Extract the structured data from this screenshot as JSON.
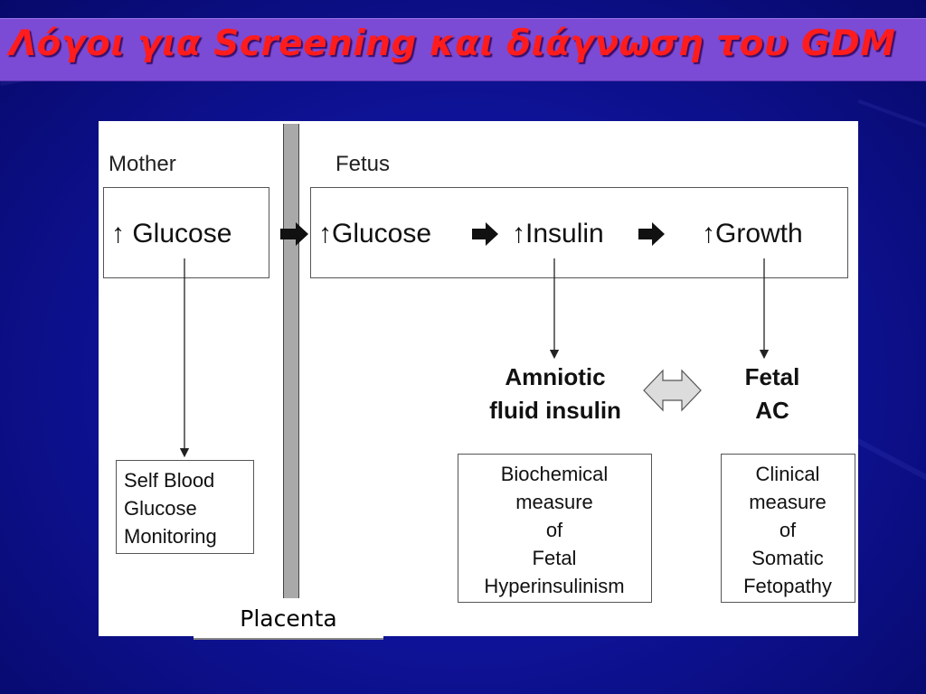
{
  "slide": {
    "title": "Λόγοι για Screening και διάγνωση του GDM"
  },
  "diagram": {
    "mother_label": "Mother",
    "fetus_label": "Fetus",
    "mother_glucose": "↑ Glucose",
    "fetal_glucose": "↑Glucose",
    "fetal_insulin": "↑Insulin",
    "fetal_growth": "↑Growth",
    "amniotic_line1": "Amniotic",
    "amniotic_line2": "fluid insulin",
    "fetal_ac_line1": "Fetal",
    "fetal_ac_line2": "AC",
    "sbgm_lines": [
      "Self Blood",
      "Glucose",
      "Monitoring"
    ],
    "biochem_lines": [
      "Biochemical",
      "measure",
      "of",
      "Fetal",
      "Hyperinsulinism"
    ],
    "clinical_lines": [
      "Clinical",
      "measure",
      "of",
      "Somatic",
      "Fetopathy"
    ],
    "placenta_label": "Placenta"
  },
  "colors": {
    "title_text": "#ff1c1c",
    "title_bar": "#7b4bd6",
    "background": "#0f139a"
  }
}
